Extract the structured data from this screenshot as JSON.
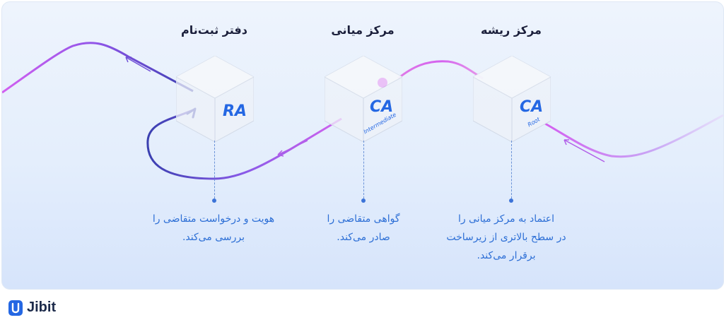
{
  "brand": {
    "name": "Jibit"
  },
  "colors": {
    "accent_blue": "#2467e3",
    "accent_purple": "#c95af0",
    "line_dark": "#3a3fb0"
  },
  "nodes": [
    {
      "id": "root",
      "title": "مرکز ریشه",
      "cube_label": "CA",
      "cube_sublabel": "Root",
      "desc_lines": [
        "اعتماد به مرکز میانی را",
        "در سطح بالاتری از زیرساخت",
        "برقرار می‌کند."
      ]
    },
    {
      "id": "intermediate",
      "title": "مرکز میانی",
      "cube_label": "CA",
      "cube_sublabel": "Intermediate",
      "desc_lines": [
        "گواهی متقاضی را",
        "صادر می‌کند."
      ]
    },
    {
      "id": "ra",
      "title": "دفتر ثبت‌نام",
      "cube_label": "RA",
      "cube_sublabel": "",
      "desc_lines": [
        "هویت و درخواست متقاضی را",
        "بررسی می‌کند."
      ]
    }
  ]
}
